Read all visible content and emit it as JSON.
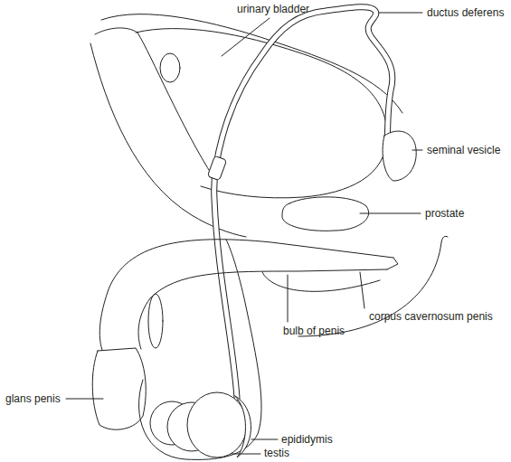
{
  "diagram": {
    "labels": [
      "urinary bladder",
      "ductus deferens",
      "seminal vesicle",
      "prostate",
      "corpus cavernosum penis",
      "bulb of penis",
      "glans penis",
      "epididymis",
      "testis"
    ]
  }
}
